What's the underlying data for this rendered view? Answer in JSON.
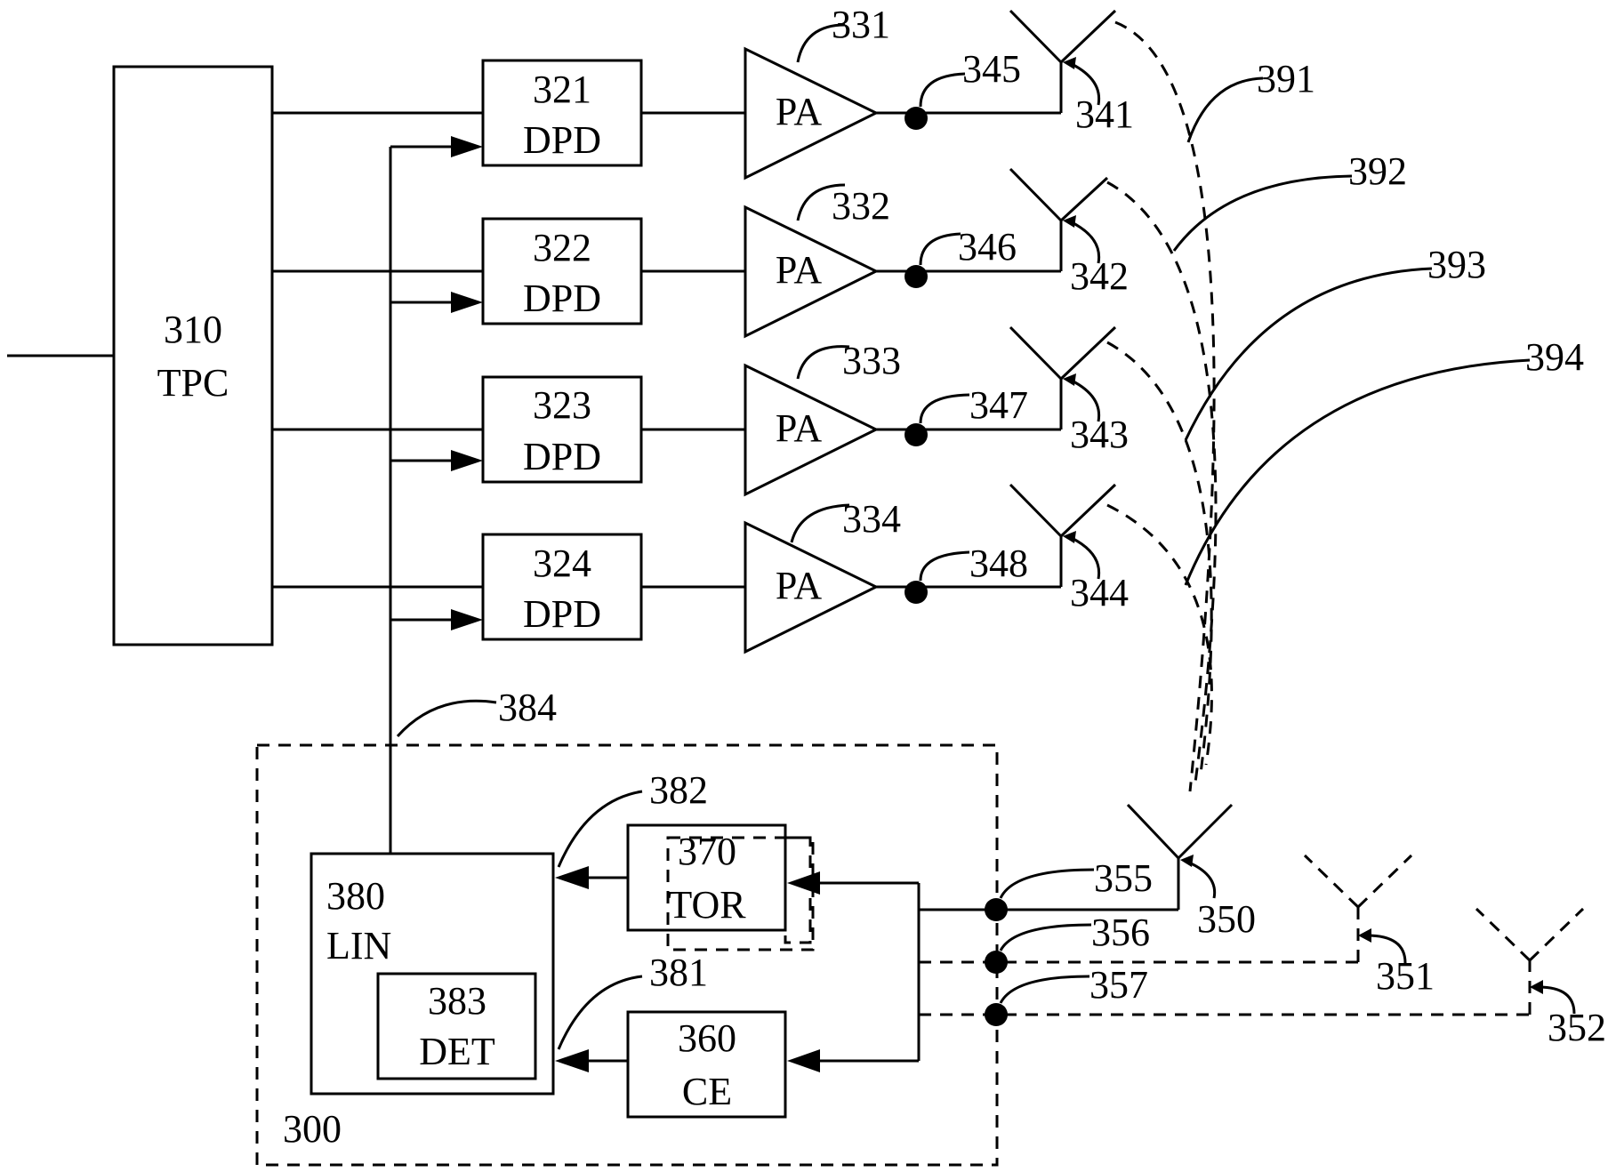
{
  "blocks": {
    "tpc": {
      "num": "310",
      "label": "TPC"
    },
    "dpd": [
      {
        "num": "321",
        "label": "DPD"
      },
      {
        "num": "322",
        "label": "DPD"
      },
      {
        "num": "323",
        "label": "DPD"
      },
      {
        "num": "324",
        "label": "DPD"
      }
    ],
    "pa": [
      {
        "num": "331",
        "label": "PA"
      },
      {
        "num": "332",
        "label": "PA"
      },
      {
        "num": "333",
        "label": "PA"
      },
      {
        "num": "334",
        "label": "PA"
      }
    ],
    "tor": {
      "num": "370",
      "label": "TOR"
    },
    "ce": {
      "num": "360",
      "label": "CE"
    },
    "lin": {
      "num": "380",
      "label": "LIN"
    },
    "det": {
      "num": "383",
      "label": "DET"
    }
  },
  "refs": {
    "feed_points": [
      "345",
      "346",
      "347",
      "348"
    ],
    "tx_antennas": [
      "341",
      "342",
      "343",
      "344"
    ],
    "couplings": [
      "391",
      "392",
      "393",
      "394"
    ],
    "rx_feeds": [
      "355",
      "356",
      "357"
    ],
    "rx_antennas": [
      "350",
      "351",
      "352"
    ],
    "tor_out": "382",
    "ce_out": "381",
    "feedback_line": "384",
    "system": "300"
  }
}
